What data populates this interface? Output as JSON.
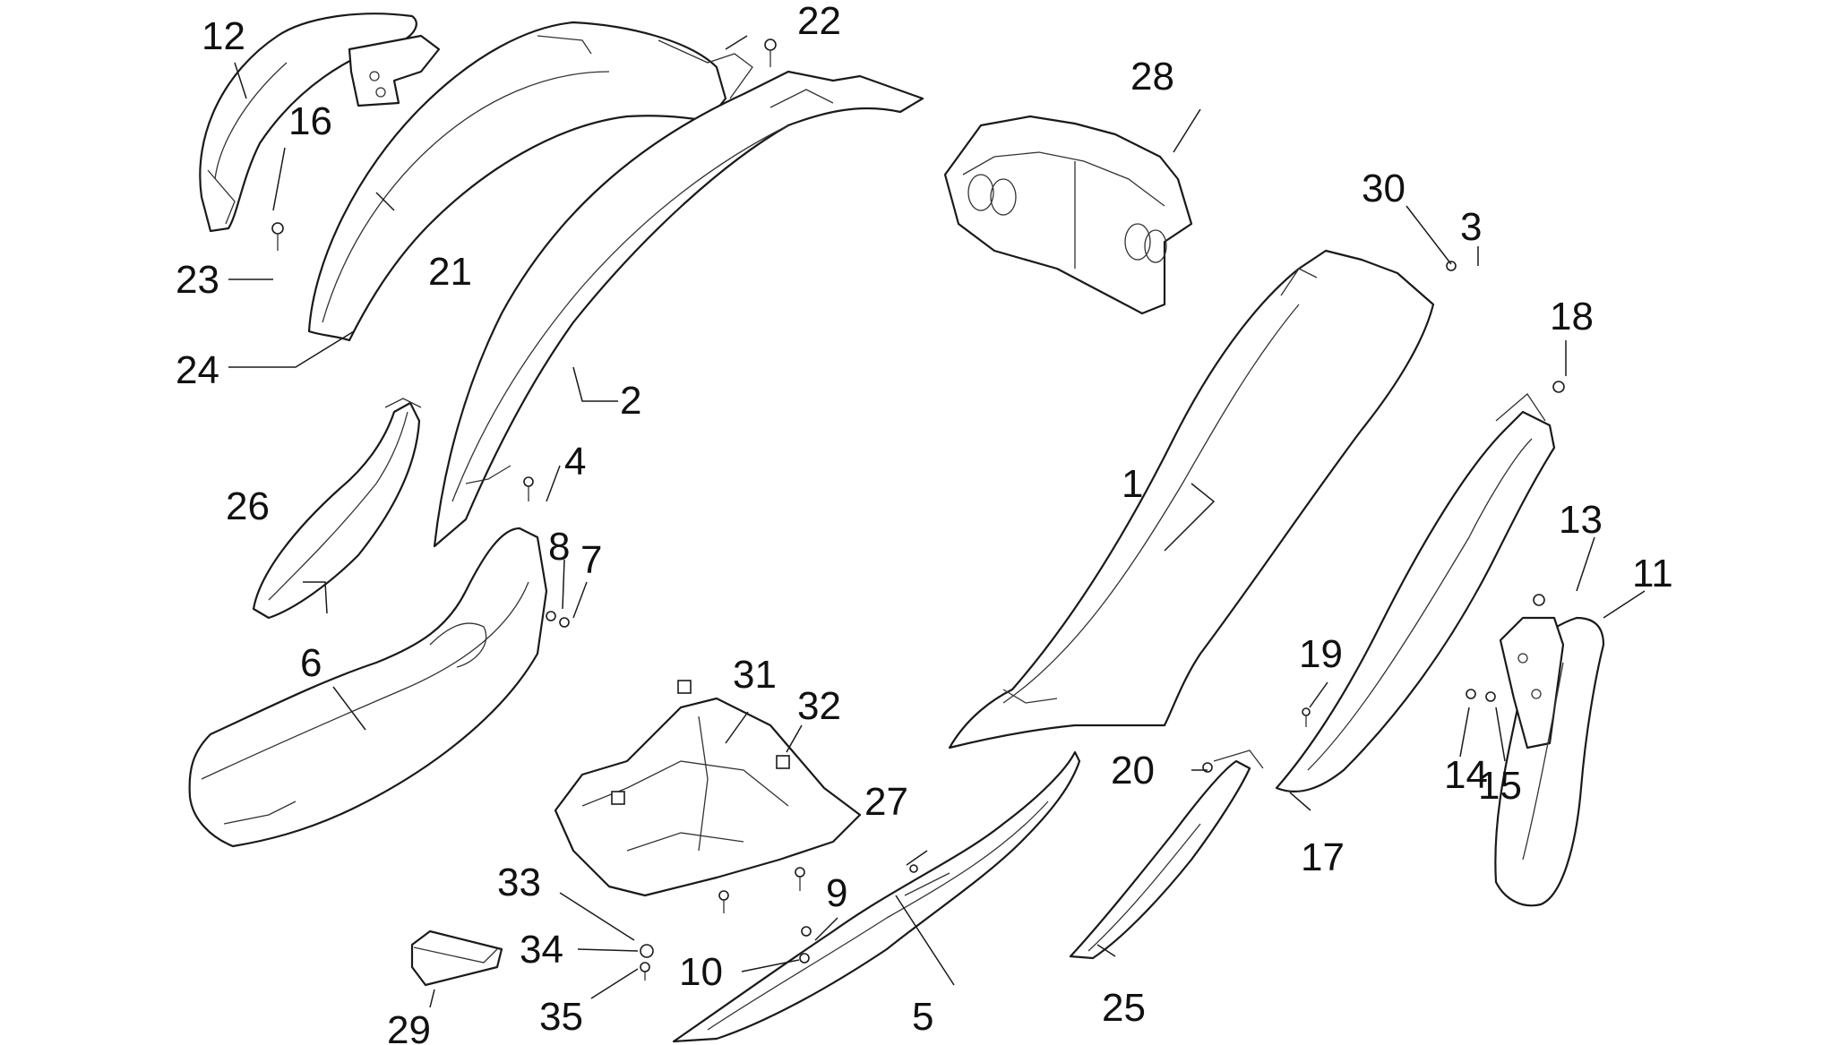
{
  "parts": [
    {
      "id": "1",
      "label": "1"
    },
    {
      "id": "2",
      "label": "2"
    },
    {
      "id": "3",
      "label": "3"
    },
    {
      "id": "4",
      "label": "4"
    },
    {
      "id": "5",
      "label": "5"
    },
    {
      "id": "6",
      "label": "6"
    },
    {
      "id": "7",
      "label": "7"
    },
    {
      "id": "8",
      "label": "8"
    },
    {
      "id": "9",
      "label": "9"
    },
    {
      "id": "10",
      "label": "10"
    },
    {
      "id": "11",
      "label": "11"
    },
    {
      "id": "12",
      "label": "12"
    },
    {
      "id": "13",
      "label": "13"
    },
    {
      "id": "14",
      "label": "14"
    },
    {
      "id": "15",
      "label": "15"
    },
    {
      "id": "16",
      "label": "16"
    },
    {
      "id": "17",
      "label": "17"
    },
    {
      "id": "18",
      "label": "18"
    },
    {
      "id": "19",
      "label": "19"
    },
    {
      "id": "20",
      "label": "20"
    },
    {
      "id": "21",
      "label": "21"
    },
    {
      "id": "22",
      "label": "22"
    },
    {
      "id": "23",
      "label": "23"
    },
    {
      "id": "24",
      "label": "24"
    },
    {
      "id": "25",
      "label": "25"
    },
    {
      "id": "26",
      "label": "26"
    },
    {
      "id": "27",
      "label": "27"
    },
    {
      "id": "28",
      "label": "28"
    },
    {
      "id": "29",
      "label": "29"
    },
    {
      "id": "30",
      "label": "30"
    },
    {
      "id": "31",
      "label": "31"
    },
    {
      "id": "32",
      "label": "32"
    },
    {
      "id": "33",
      "label": "33"
    },
    {
      "id": "34",
      "label": "34"
    },
    {
      "id": "35",
      "label": "35"
    }
  ]
}
